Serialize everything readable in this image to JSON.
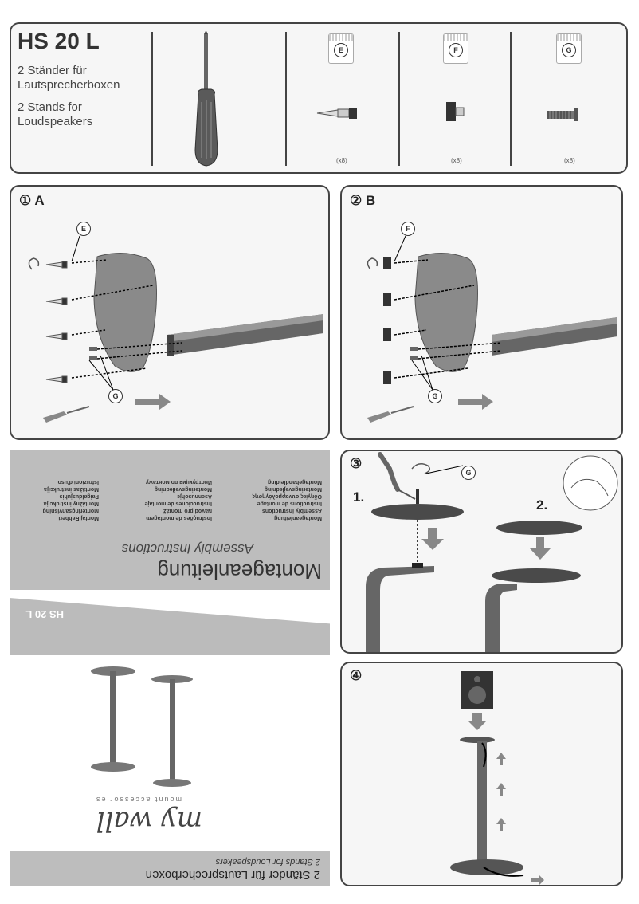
{
  "header": {
    "title": "HS 20 L",
    "de_line1": "2 Ständer für",
    "de_line2": "Lautsprecherboxen",
    "en_line1": "2 Stands for",
    "en_line2": "Loudspeakers"
  },
  "parts": [
    {
      "label": "E",
      "qty": "(x8)"
    },
    {
      "label": "F",
      "qty": "(x8)"
    },
    {
      "label": "G",
      "qty": "(x8)"
    }
  ],
  "steps": {
    "s1": {
      "num": "①",
      "letter": "A",
      "callout_e": "E",
      "callout_g": "G"
    },
    "s2": {
      "num": "②",
      "letter": "B",
      "callout_f": "F",
      "callout_g": "G"
    },
    "s3": {
      "num": "③",
      "callout_g": "G",
      "sub1": "1.",
      "sub2": "2."
    },
    "s4": {
      "num": "④"
    }
  },
  "cover": {
    "heading": "Montageanleitung",
    "subheading": "Assembly Instructions",
    "col1": [
      "Montageanleitung",
      "Assembly instructions",
      "Instructions de montage",
      "Οδηγίες συναρμολόγησης",
      "Monteringsvejledning",
      "Montagehandleiding"
    ],
    "col2": [
      "Instruções de montagem",
      "Návod pro montáž",
      "Instrucciones de montaje",
      "Asennusohje",
      "Monteringsveiledning",
      "Инструкция по монтажу"
    ],
    "col3": [
      "Montaj Rehberi",
      "Monteringsanvisning",
      "Montážny instrukcija",
      "Paigaldusjuhis",
      "Montāžas instrukcija",
      "Istruzioni d'uso"
    ],
    "model": "HS 20 L",
    "brand": "my wall",
    "brand_tag": "mount accessories",
    "footer_de": "2 Ständer für Lautsprecherboxen",
    "footer_en": "2 Stands for Loudspeakers"
  }
}
